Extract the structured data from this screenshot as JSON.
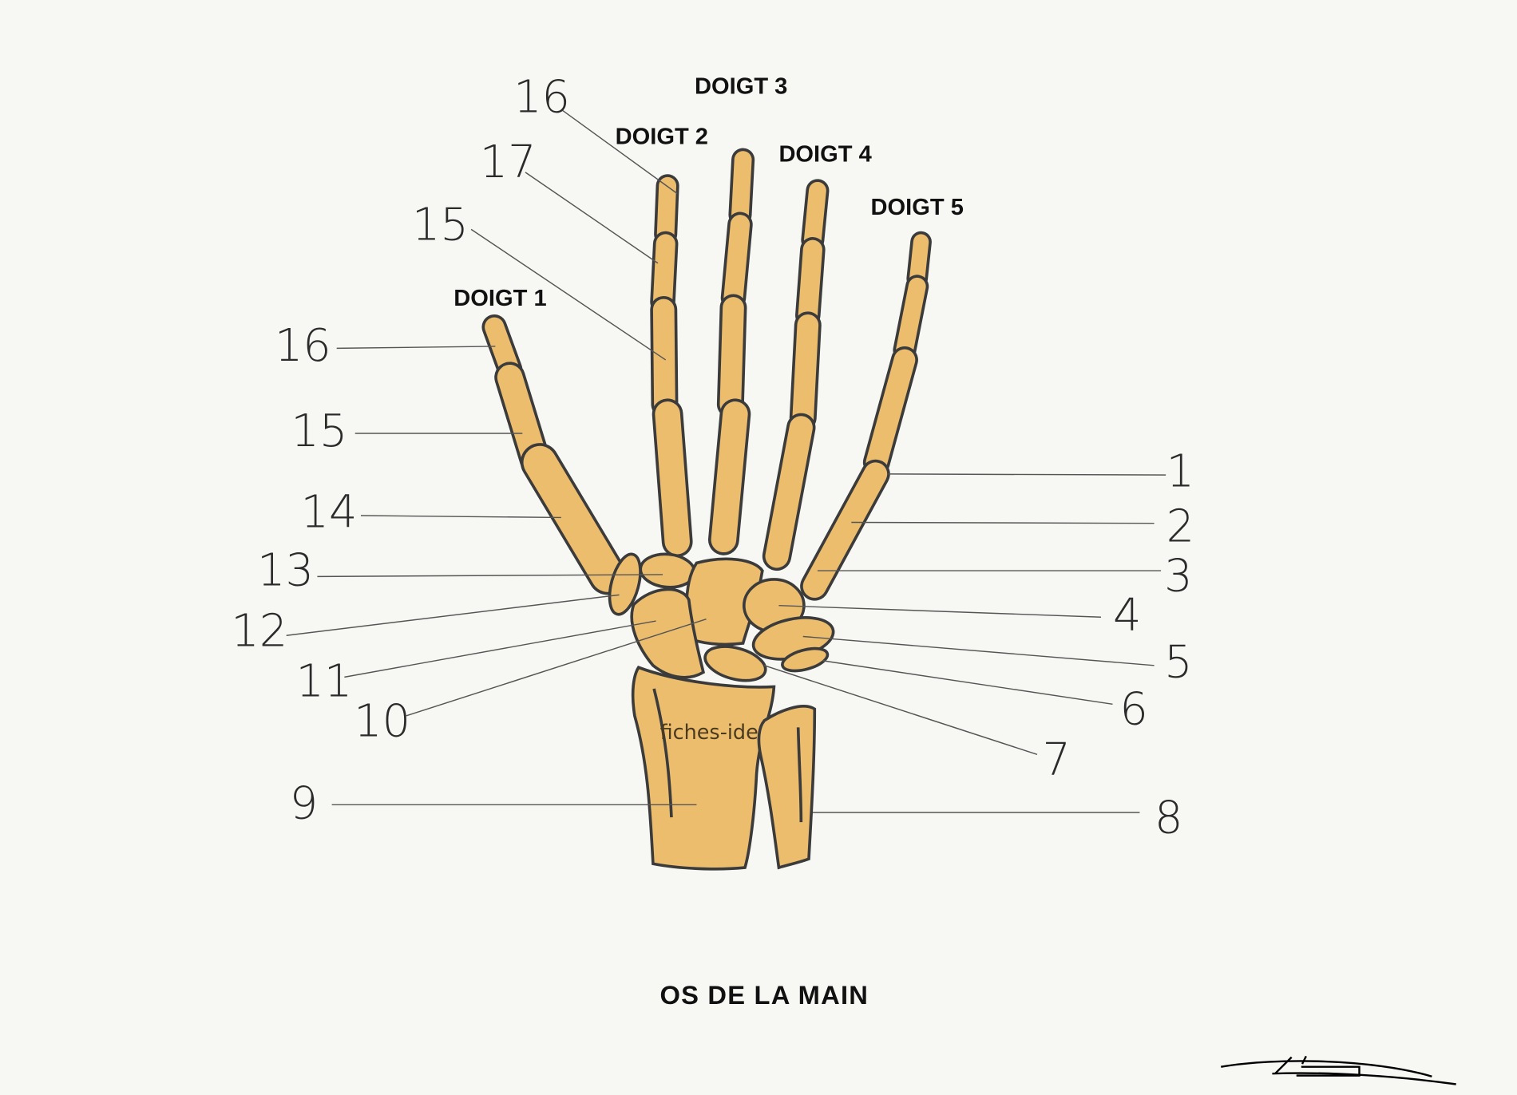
{
  "title": "OS DE LA MAIN",
  "watermark": "fiches-ide",
  "fingers": [
    "DOIGT 1",
    "DOIGT 2",
    "DOIGT 3",
    "DOIGT 4",
    "DOIGT 5"
  ],
  "labels": {
    "n1": "1",
    "n2": "2",
    "n3": "3",
    "n4": "4",
    "n5": "5",
    "n6": "6",
    "n7": "7",
    "n8": "8",
    "n9": "9",
    "n10": "10",
    "n11": "11",
    "n12": "12",
    "n13": "13",
    "n14": "14",
    "n15a": "15",
    "n15b": "15",
    "n16a": "16",
    "n16b": "16",
    "n17": "17"
  },
  "colors": {
    "bone": "#edbd6e",
    "outline": "#3b3b3b",
    "background": "#f7f7f3"
  }
}
